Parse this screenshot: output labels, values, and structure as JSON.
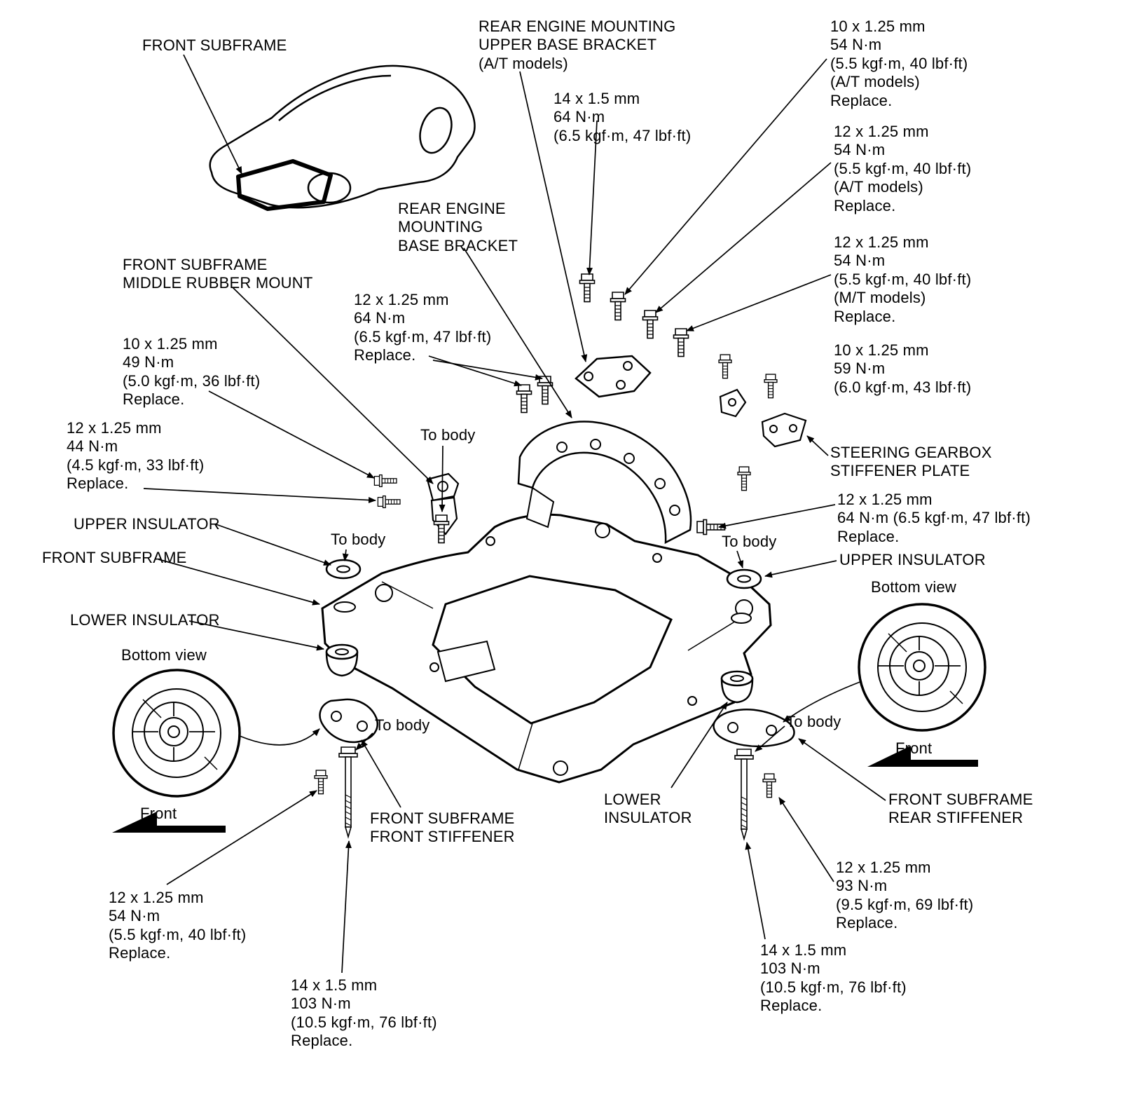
{
  "colors": {
    "line": "#000000",
    "background": "#ffffff"
  },
  "labels": {
    "front_subframe_top": "FRONT SUBFRAME",
    "rear_engine_mounting_upper_base_bracket": "REAR ENGINE MOUNTING\nUPPER BASE BRACKET\n(A/T models)",
    "spec_10x125_54_at": "10 x 1.25 mm\n54 N·m\n(5.5 kgf·m, 40 lbf·ft)\n(A/T models)\nReplace.",
    "spec_14x15_64": "14 x 1.5 mm\n64 N·m\n(6.5 kgf·m, 47 lbf·ft)",
    "spec_12x125_54_at": "12 x 1.25 mm\n54 N·m\n(5.5 kgf·m, 40 lbf·ft)\n(A/T models)\nReplace.",
    "rear_engine_mounting_base_bracket": "REAR ENGINE\nMOUNTING\nBASE BRACKET",
    "spec_12x125_54_mt": "12 x 1.25 mm\n54 N·m\n(5.5 kgf·m, 40 lbf·ft)\n(M/T models)\nReplace.",
    "front_subframe_middle_rubber_mount": "FRONT SUBFRAME\nMIDDLE RUBBER MOUNT",
    "spec_12x125_64_center": "12 x 1.25 mm\n64 N·m\n(6.5 kgf·m, 47 lbf·ft)\nReplace.",
    "spec_10x125_49": "10 x 1.25 mm\n49 N·m\n(5.0 kgf·m, 36 lbf·ft)\nReplace.",
    "spec_10x125_59": "10 x 1.25 mm\n59 N·m\n(6.0 kgf·m, 43 lbf·ft)",
    "spec_12x125_44": "12 x 1.25 mm\n44 N·m\n(4.5 kgf·m, 33 lbf·ft)\nReplace.",
    "to_body_1": "To body",
    "steering_gearbox_stiffener_plate": "STEERING GEARBOX\nSTIFFENER PLATE",
    "spec_12x125_64_right": "12 x 1.25 mm\n64 N·m (6.5 kgf·m, 47 lbf·ft)\nReplace.",
    "upper_insulator_left": "UPPER INSULATOR",
    "to_body_2": "To body",
    "to_body_3": "To body",
    "upper_insulator_right": "UPPER INSULATOR",
    "front_subframe_left": "FRONT SUBFRAME",
    "bottom_view_right": "Bottom view",
    "lower_insulator_left": "LOWER INSULATOR",
    "bottom_view_left": "Bottom view",
    "to_body_4": "To body",
    "to_body_5": "To body",
    "front_left": "Front",
    "front_right": "Front",
    "front_subframe_front_stiffener": "FRONT SUBFRAME\nFRONT STIFFENER",
    "lower_insulator_right": "LOWER\nINSULATOR",
    "front_subframe_rear_stiffener": "FRONT SUBFRAME\nREAR STIFFENER",
    "spec_12x125_54_bottom_left": "12 x 1.25 mm\n54 N·m\n(5.5 kgf·m, 40 lbf·ft)\nReplace.",
    "spec_12x125_93": "12 x 1.25 mm\n93 N·m\n(9.5 kgf·m, 69 lbf·ft)\nReplace.",
    "spec_14x15_103_left": "14 x 1.5 mm\n103 N·m\n(10.5 kgf·m, 76 lbf·ft)\nReplace.",
    "spec_14x15_103_right": "14 x 1.5 mm\n103 N·m\n(10.5 kgf·m, 76 lbf·ft)\nReplace."
  }
}
